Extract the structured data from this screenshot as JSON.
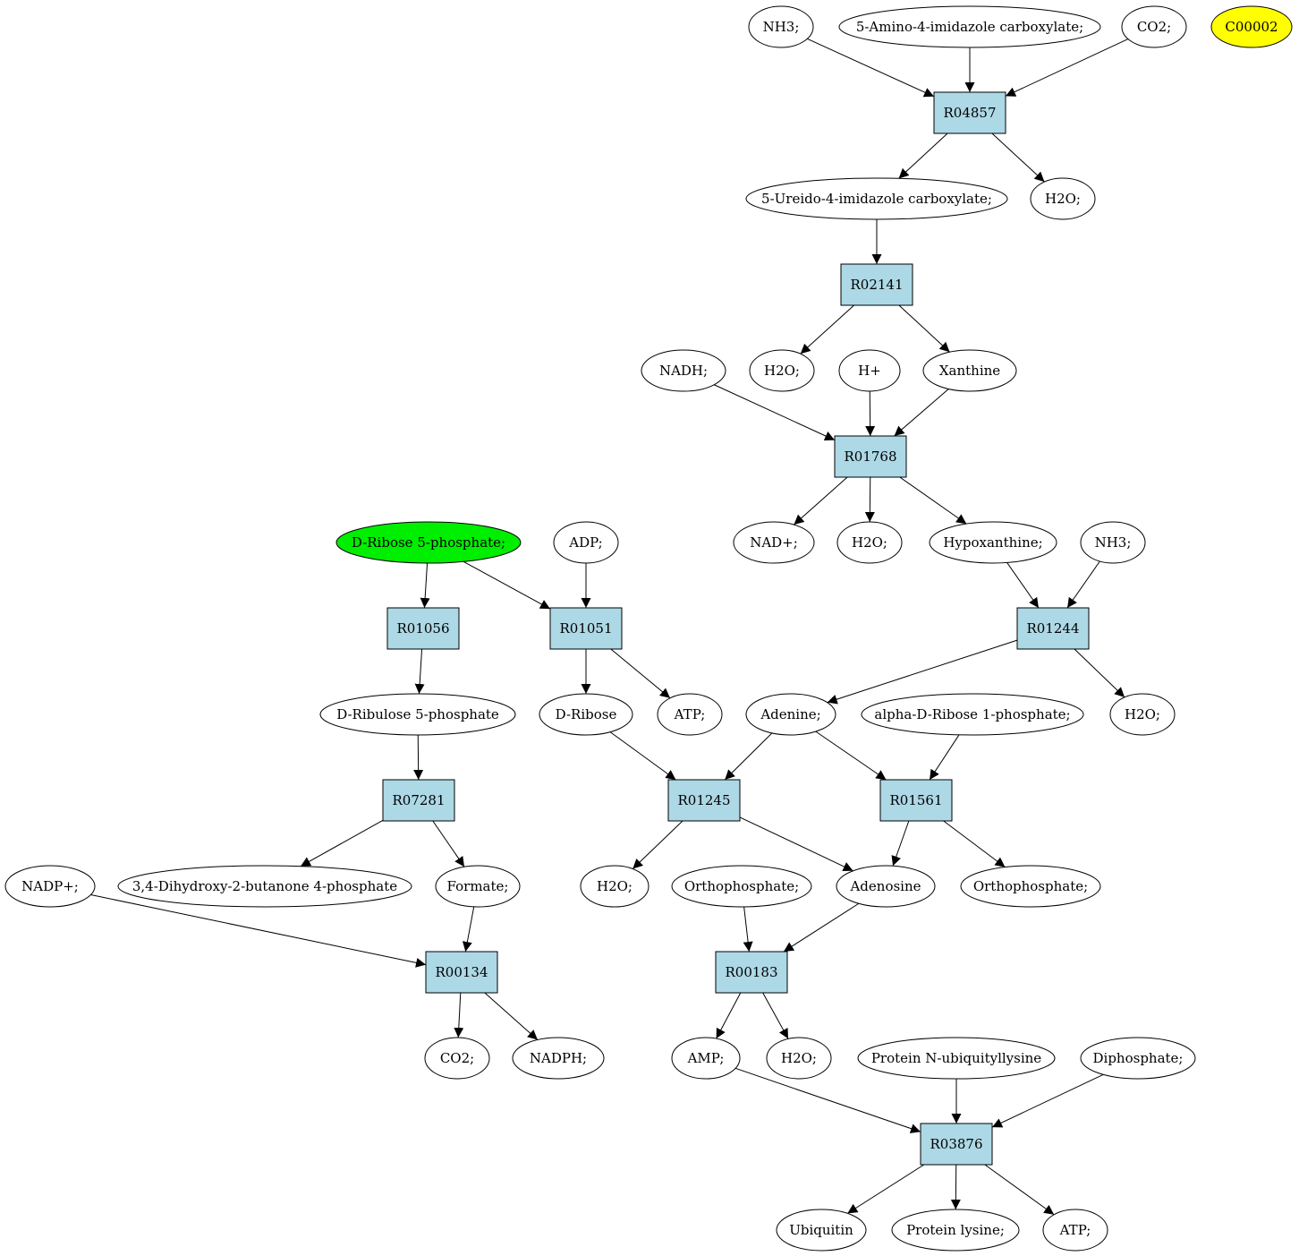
{
  "colors": {
    "reaction_fill": "#add8e6",
    "compound_fill": "#ffffff",
    "highlight_green": "#00ee00",
    "highlight_yellow": "#ffff00",
    "stroke": "#000000"
  },
  "nodes": [
    {
      "id": "c_nh3_top",
      "label": "NH3;",
      "kind": "compound"
    },
    {
      "id": "c_aica",
      "label": "5-Amino-4-imidazole carboxylate;",
      "kind": "compound"
    },
    {
      "id": "c_co2_top",
      "label": "CO2;",
      "kind": "compound"
    },
    {
      "id": "c_c00002",
      "label": "C00002",
      "kind": "compound",
      "highlight": "yellow"
    },
    {
      "id": "r_R04857",
      "label": "R04857",
      "kind": "reaction"
    },
    {
      "id": "c_uica",
      "label": "5-Ureido-4-imidazole carboxylate;",
      "kind": "compound"
    },
    {
      "id": "c_h2o_1",
      "label": "H2O;",
      "kind": "compound"
    },
    {
      "id": "r_R02141",
      "label": "R02141",
      "kind": "reaction"
    },
    {
      "id": "c_nadh",
      "label": "NADH;",
      "kind": "compound"
    },
    {
      "id": "c_h2o_2",
      "label": "H2O;",
      "kind": "compound"
    },
    {
      "id": "c_hplus",
      "label": "H+",
      "kind": "compound"
    },
    {
      "id": "c_xanthine",
      "label": "Xanthine",
      "kind": "compound"
    },
    {
      "id": "r_R01768",
      "label": "R01768",
      "kind": "reaction"
    },
    {
      "id": "c_nadplus",
      "label": "NAD+;",
      "kind": "compound"
    },
    {
      "id": "c_h2o_3",
      "label": "H2O;",
      "kind": "compound"
    },
    {
      "id": "c_hypoxanthine",
      "label": "Hypoxanthine;",
      "kind": "compound"
    },
    {
      "id": "c_nh3_mid",
      "label": "NH3;",
      "kind": "compound"
    },
    {
      "id": "c_ribose5p",
      "label": "D-Ribose 5-phosphate;",
      "kind": "compound",
      "highlight": "green"
    },
    {
      "id": "c_adp",
      "label": "ADP;",
      "kind": "compound"
    },
    {
      "id": "r_R01056",
      "label": "R01056",
      "kind": "reaction"
    },
    {
      "id": "r_R01051",
      "label": "R01051",
      "kind": "reaction"
    },
    {
      "id": "r_R01244",
      "label": "R01244",
      "kind": "reaction"
    },
    {
      "id": "c_ribulose5p",
      "label": "D-Ribulose 5-phosphate",
      "kind": "compound"
    },
    {
      "id": "c_dribose",
      "label": "D-Ribose",
      "kind": "compound"
    },
    {
      "id": "c_atp_1",
      "label": "ATP;",
      "kind": "compound"
    },
    {
      "id": "c_adenine",
      "label": "Adenine;",
      "kind": "compound"
    },
    {
      "id": "c_adr1p",
      "label": "alpha-D-Ribose 1-phosphate;",
      "kind": "compound"
    },
    {
      "id": "c_h2o_4",
      "label": "H2O;",
      "kind": "compound"
    },
    {
      "id": "r_R07281",
      "label": "R07281",
      "kind": "reaction"
    },
    {
      "id": "r_R01245",
      "label": "R01245",
      "kind": "reaction"
    },
    {
      "id": "r_R01561",
      "label": "R01561",
      "kind": "reaction"
    },
    {
      "id": "c_nadpplus",
      "label": "NADP+;",
      "kind": "compound"
    },
    {
      "id": "c_dhbp",
      "label": "3,4-Dihydroxy-2-butanone 4-phosphate",
      "kind": "compound"
    },
    {
      "id": "c_formate",
      "label": "Formate;",
      "kind": "compound"
    },
    {
      "id": "c_h2o_5",
      "label": "H2O;",
      "kind": "compound"
    },
    {
      "id": "c_orthophos_1",
      "label": "Orthophosphate;",
      "kind": "compound"
    },
    {
      "id": "c_adenosine",
      "label": "Adenosine",
      "kind": "compound"
    },
    {
      "id": "c_orthophos_2",
      "label": "Orthophosphate;",
      "kind": "compound"
    },
    {
      "id": "r_R00134",
      "label": "R00134",
      "kind": "reaction"
    },
    {
      "id": "r_R00183",
      "label": "R00183",
      "kind": "reaction"
    },
    {
      "id": "c_co2_bot",
      "label": "CO2;",
      "kind": "compound"
    },
    {
      "id": "c_nadph",
      "label": "NADPH;",
      "kind": "compound"
    },
    {
      "id": "c_amp",
      "label": "AMP;",
      "kind": "compound"
    },
    {
      "id": "c_h2o_6",
      "label": "H2O;",
      "kind": "compound"
    },
    {
      "id": "c_protubq",
      "label": "Protein N-ubiquityllysine",
      "kind": "compound"
    },
    {
      "id": "c_diphos",
      "label": "Diphosphate;",
      "kind": "compound"
    },
    {
      "id": "r_R03876",
      "label": "R03876",
      "kind": "reaction"
    },
    {
      "id": "c_ubiquitin",
      "label": "Ubiquitin",
      "kind": "compound"
    },
    {
      "id": "c_protlys",
      "label": "Protein lysine;",
      "kind": "compound"
    },
    {
      "id": "c_atp_2",
      "label": "ATP;",
      "kind": "compound"
    }
  ],
  "edges": [
    [
      "c_nh3_top",
      "r_R04857"
    ],
    [
      "c_aica",
      "r_R04857"
    ],
    [
      "c_co2_top",
      "r_R04857"
    ],
    [
      "r_R04857",
      "c_uica"
    ],
    [
      "r_R04857",
      "c_h2o_1"
    ],
    [
      "c_uica",
      "r_R02141"
    ],
    [
      "r_R02141",
      "c_h2o_2"
    ],
    [
      "r_R02141",
      "c_xanthine"
    ],
    [
      "c_nadh",
      "r_R01768"
    ],
    [
      "c_hplus",
      "r_R01768"
    ],
    [
      "c_xanthine",
      "r_R01768"
    ],
    [
      "r_R01768",
      "c_nadplus"
    ],
    [
      "r_R01768",
      "c_h2o_3"
    ],
    [
      "r_R01768",
      "c_hypoxanthine"
    ],
    [
      "c_hypoxanthine",
      "r_R01244"
    ],
    [
      "c_nh3_mid",
      "r_R01244"
    ],
    [
      "r_R01244",
      "c_adenine"
    ],
    [
      "r_R01244",
      "c_h2o_4"
    ],
    [
      "c_ribose5p",
      "r_R01056"
    ],
    [
      "c_ribose5p",
      "r_R01051"
    ],
    [
      "c_adp",
      "r_R01051"
    ],
    [
      "r_R01056",
      "c_ribulose5p"
    ],
    [
      "r_R01051",
      "c_dribose"
    ],
    [
      "r_R01051",
      "c_atp_1"
    ],
    [
      "c_ribulose5p",
      "r_R07281"
    ],
    [
      "c_dribose",
      "r_R01245"
    ],
    [
      "c_adenine",
      "r_R01245"
    ],
    [
      "c_adenine",
      "r_R01561"
    ],
    [
      "c_adr1p",
      "r_R01561"
    ],
    [
      "r_R07281",
      "c_dhbp"
    ],
    [
      "r_R07281",
      "c_formate"
    ],
    [
      "r_R01245",
      "c_h2o_5"
    ],
    [
      "r_R01245",
      "c_adenosine"
    ],
    [
      "r_R01561",
      "c_adenosine"
    ],
    [
      "r_R01561",
      "c_orthophos_2"
    ],
    [
      "c_nadpplus",
      "r_R00134"
    ],
    [
      "c_formate",
      "r_R00134"
    ],
    [
      "r_R00134",
      "c_co2_bot"
    ],
    [
      "r_R00134",
      "c_nadph"
    ],
    [
      "c_orthophos_1",
      "r_R00183"
    ],
    [
      "c_adenosine",
      "r_R00183"
    ],
    [
      "r_R00183",
      "c_amp"
    ],
    [
      "r_R00183",
      "c_h2o_6"
    ],
    [
      "c_amp",
      "r_R03876"
    ],
    [
      "c_protubq",
      "r_R03876"
    ],
    [
      "c_diphos",
      "r_R03876"
    ],
    [
      "r_R03876",
      "c_ubiquitin"
    ],
    [
      "r_R03876",
      "c_protlys"
    ],
    [
      "r_R03876",
      "c_atp_2"
    ]
  ]
}
